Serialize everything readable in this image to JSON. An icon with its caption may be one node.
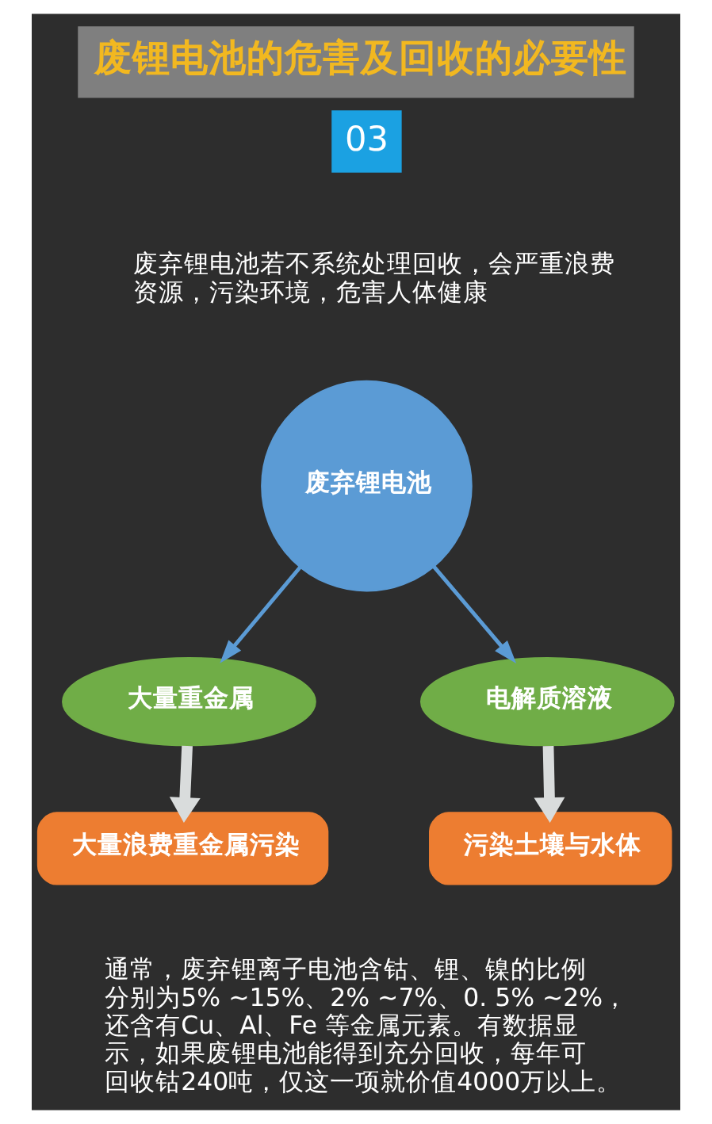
{
  "diagram": {
    "title": "废锂电池的危害及回收的必要性",
    "nodes": [
      {
        "text": [
          "废弃锂电池"
        ]
      },
      {
        "text": [
          "大量重金属"
        ]
      },
      {
        "text": [
          "电解质溶液"
        ]
      },
      {
        "text": [
          "大量浪费重金属污染"
        ]
      },
      {
        "text": [
          "污染土壤与水体"
        ]
      }
    ],
    "edges": [
      {
        "from": 0,
        "to": 1,
        "arrow": "to",
        "color": "#5b9bd5"
      },
      {
        "from": 0,
        "to": 2,
        "arrow": "to",
        "color": "#5b9bd5"
      },
      {
        "from": 1,
        "to": 3,
        "arrow": "to",
        "style": "thick",
        "color": "#d9dcdc"
      },
      {
        "from": 2,
        "to": 4,
        "arrow": "to",
        "style": "thick",
        "color": "#d9dcdc"
      }
    ],
    "labels": [
      "03",
      "废弃锂电池若不系统处理回收，会严重浪费资源，污染环境，危害人体健康",
      "通常，废弃锂离子电池含钴、锂、镍的比例分别为5% ~15%、2% ~7%、0. 5% ~2%，还含有Cu、Al、Fe 等金属元素。有数据显示，如果废锂电池能得到充分回收，每年可回收钴240吨，仅这一项就价值4000万以上。"
    ]
  }
}
